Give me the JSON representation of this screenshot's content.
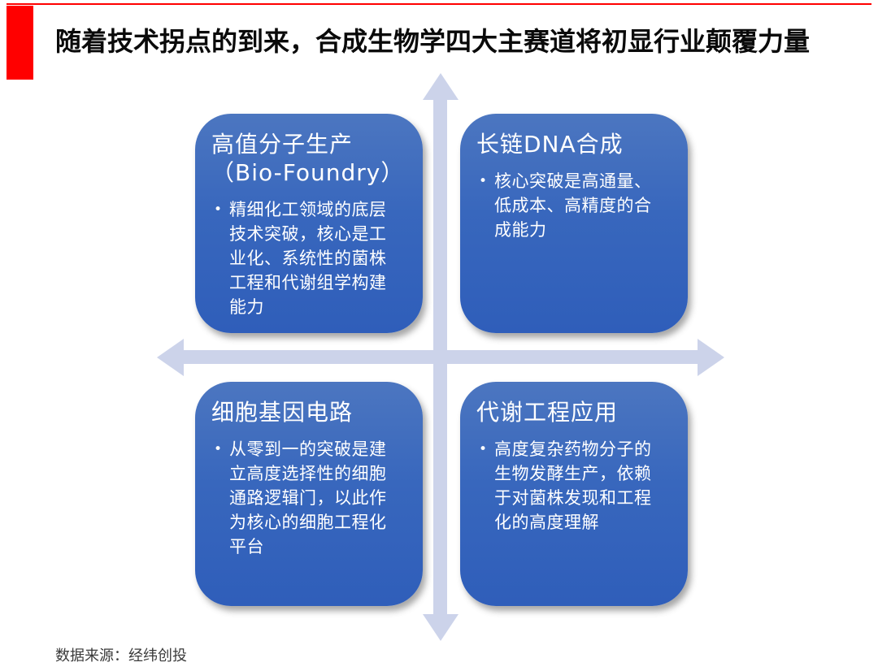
{
  "header": {
    "title": "随着技术拐点的到来，合成生物学四大主赛道将初显行业颠覆力量"
  },
  "quadrants": [
    {
      "position": "top-left",
      "title": "高值分子生产\n（Bio-Foundry）",
      "bullet_marker": "•",
      "bullet": "精细化工领域的底层技术突破，核心是工业化、系统性的菌株工程和代谢组学构建能力"
    },
    {
      "position": "top-right",
      "title": "长链DNA合成",
      "bullet_marker": "•",
      "bullet": "核心突破是高通量、低成本、高精度的合成能力"
    },
    {
      "position": "bottom-left",
      "title": "细胞基因电路",
      "bullet_marker": "•",
      "bullet": "从零到一的突破是建立高度选择性的细胞通路逻辑门，以此作为核心的细胞工程化平台"
    },
    {
      "position": "bottom-right",
      "title": "代谢工程应用",
      "bullet_marker": "•",
      "bullet": "高度复杂药物分子的生物发酵生产，依赖于对菌株发现和工程化的高度理解"
    }
  ],
  "footer": {
    "source": "数据来源：经纬创投"
  },
  "colors": {
    "accent_red": "#FF0000",
    "card_gradient_top": "#4C76C0",
    "card_gradient_bottom": "#2F5EBA",
    "arrow": "#CCD3EA",
    "title_text": "#0A0A0A",
    "card_text": "#FFFFFF",
    "source_text": "#3A3A3A"
  }
}
